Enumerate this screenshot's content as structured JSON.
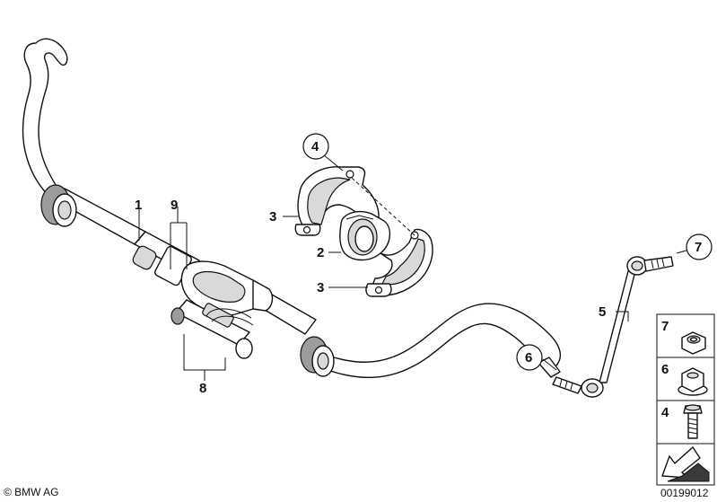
{
  "labels": {
    "n1": "1",
    "n2": "2",
    "n3a": "3",
    "n3b": "3",
    "n4": "4",
    "n5": "5",
    "n6": "6",
    "n7": "7",
    "n8": "8",
    "n9": "9"
  },
  "legend": {
    "item7": "7",
    "item6": "6",
    "item4": "4"
  },
  "copyright": "© BMW AG",
  "diagram_id": "00199012"
}
